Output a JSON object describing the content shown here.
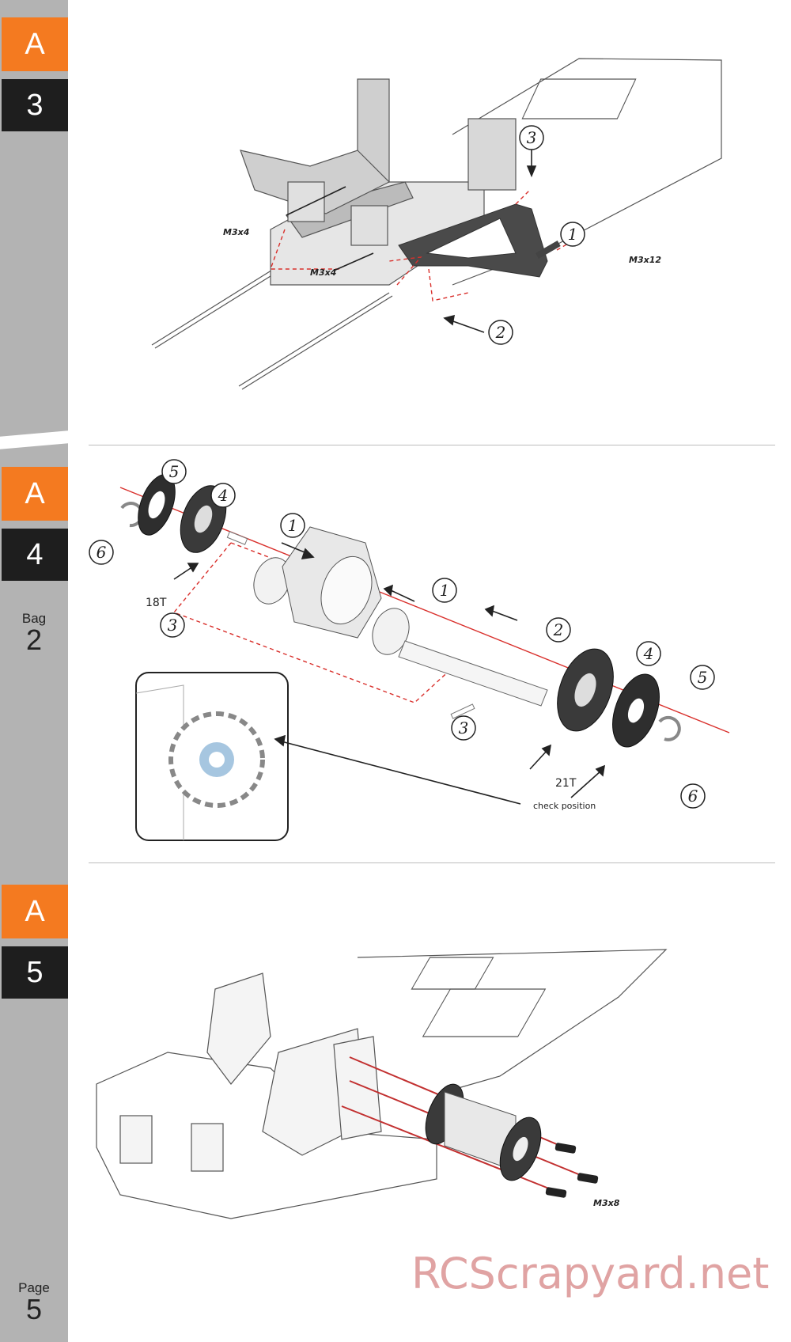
{
  "sidebar": {
    "steps": [
      {
        "letter": "A",
        "number": "3"
      },
      {
        "letter": "A",
        "number": "4"
      },
      {
        "letter": "A",
        "number": "5"
      }
    ],
    "bag_label": "Bag",
    "bag_number": "2",
    "page_label": "Page",
    "page_number": "5"
  },
  "step3": {
    "callouts": [
      "1",
      "2",
      "3"
    ],
    "screw_labels": {
      "m3x4_a": "M3x4",
      "m3x4_b": "M3x4",
      "m3x12": "M3x12"
    }
  },
  "step4": {
    "callouts": [
      "1",
      "1",
      "2",
      "3",
      "3",
      "4",
      "4",
      "5",
      "5",
      "6",
      "6"
    ],
    "pulley_small": "18T",
    "pulley_large": "21T",
    "note": "check position"
  },
  "step5": {
    "screw_label": "M3x8"
  },
  "watermark": "RCScrapyard.net",
  "colors": {
    "orange": "#f47a20",
    "black": "#1e1e1e",
    "sidebar": "#b3b3b3",
    "dash_red": "#d9302c"
  }
}
